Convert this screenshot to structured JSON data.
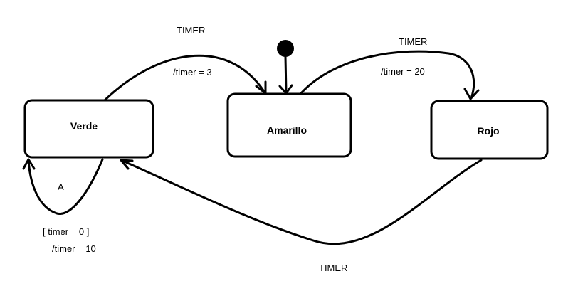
{
  "states": {
    "verde": "Verde",
    "amarillo": "Amarillo",
    "rojo": "Rojo"
  },
  "transitions": {
    "verde_to_amarillo": {
      "event": "TIMER",
      "action": "/timer = 3"
    },
    "amarillo_to_rojo": {
      "event": "TIMER",
      "action": "/timer = 20"
    },
    "rojo_to_verde": {
      "event": "TIMER"
    },
    "verde_self": {
      "event": "A",
      "guard": "[ timer = 0 ]",
      "action": "/timer = 10"
    }
  }
}
